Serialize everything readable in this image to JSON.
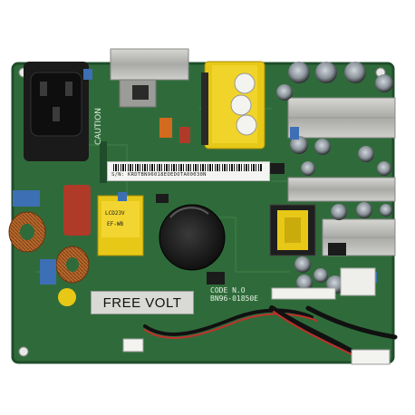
{
  "image": {
    "subject": "power-supply-circuit-board",
    "colors": {
      "pcb": "#2f6b3a",
      "pcb_dark": "#1f4d2a",
      "heatsink": "#b8b8b4",
      "transformer_yellow": "#e8c817",
      "capacitor_black": "#1b1b1b",
      "coil_copper": "#b8692c",
      "cap_blue": "#3d6fb5",
      "cap_red": "#b03a28",
      "label_white": "#f4f4f2",
      "background": "#ffffff"
    }
  },
  "labels": {
    "free_volt": "FREE VOLT",
    "caution": "CAUTION",
    "serial": "S/N: KRDTBN96018EOEDOTA00030N",
    "code_no_line1": "CODE N.O",
    "code_no_line2": "BN96-01850E",
    "transformer_tag_1": "LCD23V",
    "transformer_tag_2": "EF-WB"
  }
}
